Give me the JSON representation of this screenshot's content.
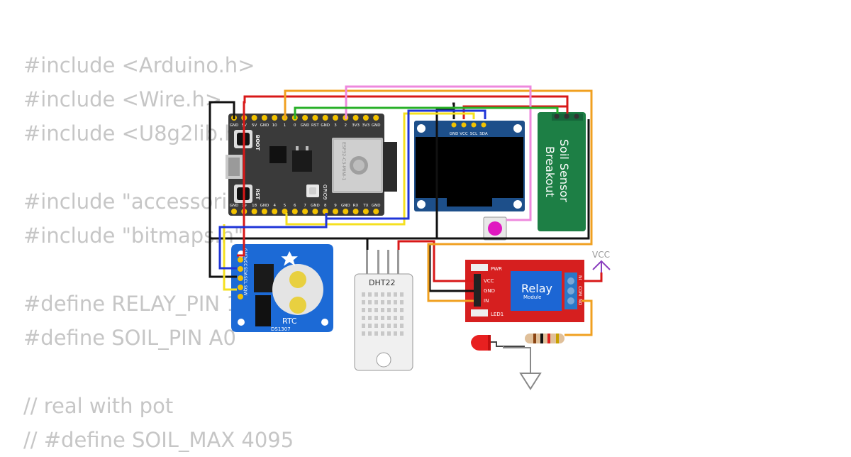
{
  "code_lines": [
    "#include <Arduino.h>",
    "#include <Wire.h>",
    "#include <U8g2lib.h>",
    "",
    "#include \"accessories.h\"",
    "#include \"bitmaps.h\"",
    "",
    "#define RELAY_PIN 1",
    "#define SOIL_PIN A0",
    "",
    "// real with pot",
    "// #define SOIL_MAX 4095"
  ],
  "board": {
    "label_boot": "BOOT",
    "label_rst": "RST",
    "label_gpio9": "GPIO9",
    "module_name": "ESP32-C3-MINI-1",
    "top_pins": [
      "GND",
      "5V",
      "5V",
      "GND",
      "10",
      "1",
      "0",
      "GND",
      "RST",
      "GND",
      "3",
      "2",
      "3V3",
      "3V3",
      "GND"
    ],
    "bottom_pins": [
      "GND",
      "19",
      "18",
      "GND",
      "4",
      "5",
      "6",
      "7",
      "GND",
      "8",
      "9",
      "GND",
      "RX",
      "TX",
      "GND"
    ]
  },
  "oled": {
    "pins": [
      "GND",
      "VCC",
      "SCL",
      "SDA"
    ]
  },
  "soil": {
    "line1": "Soil Sensor",
    "line2": "Breakout"
  },
  "rtc": {
    "label": "RTC",
    "chip": "DS1307",
    "pins": [
      "GND",
      "VCC",
      "SDA",
      "SCL",
      "SQW"
    ]
  },
  "dht": {
    "label": "DHT22"
  },
  "relay": {
    "title": "Relay",
    "subtitle": "Module",
    "pwr": "PWR",
    "led1": "LED1",
    "pins": [
      "VCC",
      "GND",
      "IN"
    ],
    "contacts": [
      "NC",
      "COM",
      "NO"
    ]
  },
  "power": {
    "vcc": "VCC"
  },
  "colors": {
    "pcb_board": "#3a3a3a",
    "oled_board": "#1d4f8a",
    "soil_board": "#1d7f45",
    "rtc_board": "#1c6ad6",
    "relay_board": "#d61f1f"
  }
}
